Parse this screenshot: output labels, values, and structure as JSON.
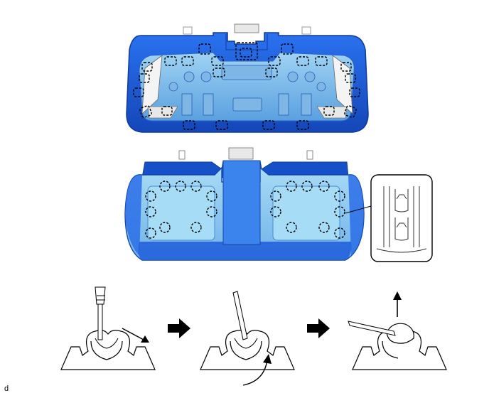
{
  "figure": {
    "corner_label": "d",
    "colors": {
      "cushion_blue": "#1e63e6",
      "cushion_light": "#8ec9ef",
      "cushion_shadow": "#1446a8",
      "outline": "#000000",
      "background": "#ffffff"
    },
    "panels": [
      {
        "name": "top-view",
        "label": ""
      },
      {
        "name": "bottom-view",
        "label": ""
      },
      {
        "name": "detail-inset",
        "label": ""
      }
    ],
    "steps": [
      {
        "name": "step-1",
        "tool": "screwdriver",
        "motion": "diagonal-arrow"
      },
      {
        "name": "step-2",
        "tool": "screwdriver",
        "motion": "curved-arrow"
      },
      {
        "name": "step-3",
        "tool": "screwdriver",
        "motion": "up-arrow"
      }
    ],
    "icons": [
      "right-arrow-icon",
      "clip-icon",
      "screwdriver-icon",
      "up-arrow-icon"
    ]
  }
}
